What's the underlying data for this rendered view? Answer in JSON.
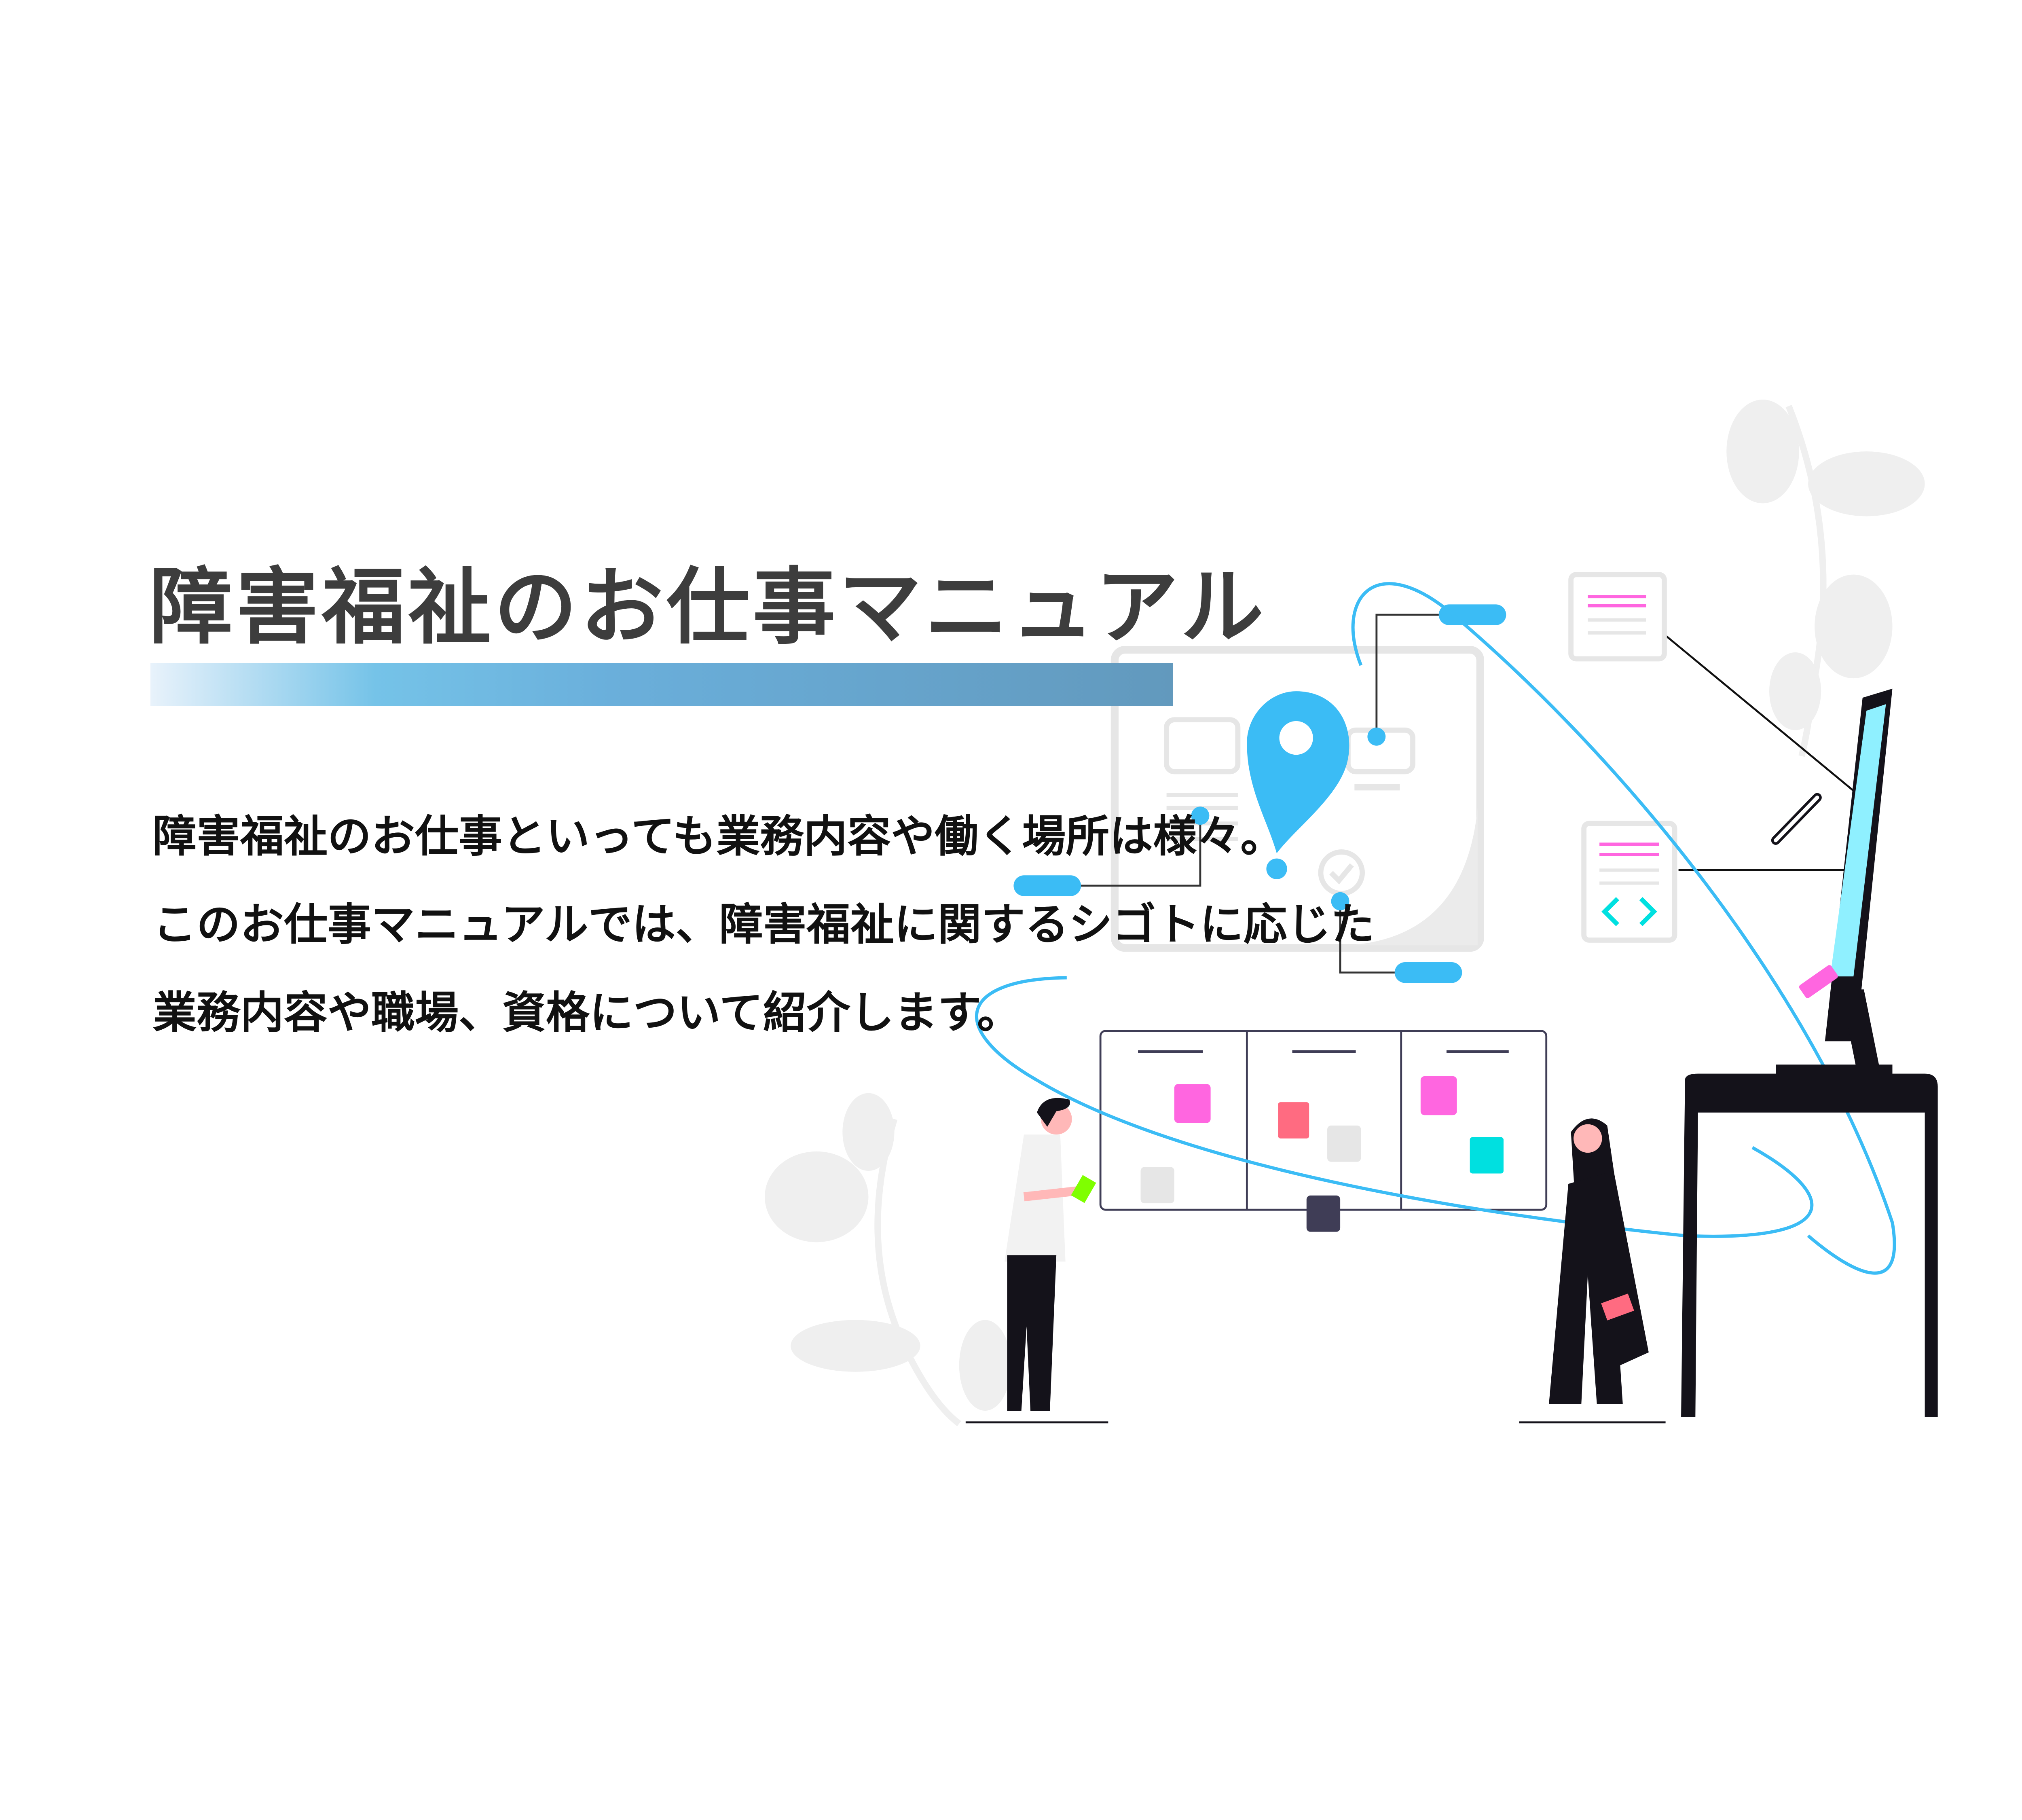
{
  "header": {
    "title": "障害福祉のお仕事マニュアル"
  },
  "intro": {
    "lines": [
      "障害福祉のお仕事といっても業務内容や働く場所は様々。",
      "このお仕事マニュアルでは、障害福祉に関するシゴトに応じた",
      "業務内容や職場、資格について紹介します。"
    ]
  },
  "colors": {
    "accent_blue": "#3bbcf5",
    "title_text": "#3d3d3d",
    "body_text": "#111111",
    "pink": "#ff66e0",
    "red": "#ff6b81",
    "cyan": "#00e0e0",
    "dark": "#14121a"
  }
}
